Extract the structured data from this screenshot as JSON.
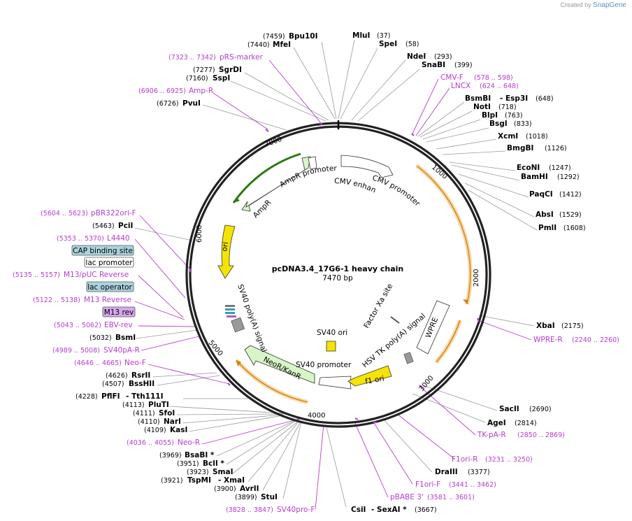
{
  "credit": {
    "prefix": "Created by",
    "brand": "SnapGene"
  },
  "plasmid": {
    "name": "pcDNA3.4_17G6-1 heavy chain",
    "length_label": "7470 bp",
    "length": 7470
  },
  "ticks": [
    "1000",
    "2000",
    "3000",
    "4000",
    "5000",
    "6000",
    "7000"
  ],
  "colors": {
    "backbone": "#222222",
    "primer": "#b63ccf",
    "cds_orange": "#e8952c",
    "cds_green": "#d8f5c8",
    "ori_yellow": "#f5e400",
    "box_blue": "#a9d3dd",
    "box_purple": "#d8a6ef"
  },
  "enzymes": [
    {
      "name": "Bpu10I",
      "pos": "(7459)"
    },
    {
      "name": "MluI",
      "pos": "(37)"
    },
    {
      "name": "MfeI",
      "pos": "(7440)"
    },
    {
      "name": "SpeI",
      "pos": "(58)"
    },
    {
      "name": "NdeI",
      "pos": "(293)"
    },
    {
      "name": "SnaBI",
      "pos": "(399)"
    },
    {
      "name": "SgrDI",
      "pos": "(7277)"
    },
    {
      "name": "SspI",
      "pos": "(7160)"
    },
    {
      "name": "BsmBI",
      "pos": "(648)",
      "extra": "- Esp3I"
    },
    {
      "name": "NotI",
      "pos": "(718)"
    },
    {
      "name": "PvuI",
      "pos": "(6726)"
    },
    {
      "name": "BlpI",
      "pos": "(763)"
    },
    {
      "name": "BsgI",
      "pos": "(833)"
    },
    {
      "name": "XcmI",
      "pos": "(1018)"
    },
    {
      "name": "BmgBI",
      "pos": "(1126)"
    },
    {
      "name": "EcoNI",
      "pos": "(1247)"
    },
    {
      "name": "BamHI",
      "pos": "(1292)"
    },
    {
      "name": "PaqCI",
      "pos": "(1412)"
    },
    {
      "name": "AbsI",
      "pos": "(1529)"
    },
    {
      "name": "PciI",
      "pos": "(5463)"
    },
    {
      "name": "PmlI",
      "pos": "(1608)"
    },
    {
      "name": "XbaI",
      "pos": "(2175)"
    },
    {
      "name": "BsmI",
      "pos": "(5032)"
    },
    {
      "name": "RsrII",
      "pos": "(4626)"
    },
    {
      "name": "BssHII",
      "pos": "(4507)"
    },
    {
      "name": "SacII",
      "pos": "(2690)"
    },
    {
      "name": "PflFI",
      "pos": "(4228)",
      "extra": "- Tth111I"
    },
    {
      "name": "PluTI",
      "pos": "(4113)"
    },
    {
      "name": "SfoI",
      "pos": "(4111)"
    },
    {
      "name": "AgeI",
      "pos": "(2814)"
    },
    {
      "name": "NarI",
      "pos": "(4110)"
    },
    {
      "name": "KasI",
      "pos": "(4109)"
    },
    {
      "name": "BsaBI *",
      "pos": "(3969)"
    },
    {
      "name": "BclI *",
      "pos": "(3951)"
    },
    {
      "name": "DraIII",
      "pos": "(3377)"
    },
    {
      "name": "SmaI",
      "pos": "(3923)"
    },
    {
      "name": "TspMI",
      "pos": "(3921)",
      "extra": "- XmaI"
    },
    {
      "name": "AvrII",
      "pos": "(3900)"
    },
    {
      "name": "StuI",
      "pos": "(3899)"
    },
    {
      "name": "CsiI",
      "pos": "(3667)",
      "extra": "- SexAI *"
    }
  ],
  "primers": [
    {
      "name": "pRS-marker",
      "range": "(7323 .. 7342)"
    },
    {
      "name": "CMV-F",
      "range": "(578 .. 598)"
    },
    {
      "name": "LNCX",
      "range": "(624 .. 648)"
    },
    {
      "name": "Amp-R",
      "range": "(6906 .. 6925)"
    },
    {
      "name": "pBR322ori-F",
      "range": "(5604 .. 5623)"
    },
    {
      "name": "L4440",
      "range": "(5353 .. 5370)"
    },
    {
      "name": "M13/pUC Reverse",
      "range": "(5135 .. 5157)"
    },
    {
      "name": "M13 Reverse",
      "range": "(5122 .. 5138)"
    },
    {
      "name": "EBV-rev",
      "range": "(5043 .. 5062)"
    },
    {
      "name": "SV40pA-R",
      "range": "(4989 .. 5008)"
    },
    {
      "name": "WPRE-R",
      "range": "(2240 .. 2260)"
    },
    {
      "name": "Neo-F",
      "range": "(4646 .. 4665)"
    },
    {
      "name": "TK-pA-R",
      "range": "(2850 .. 2869)"
    },
    {
      "name": "Neo-R",
      "range": "(4036 .. 4055)"
    },
    {
      "name": "F1ori-R",
      "range": "(3231 .. 3250)"
    },
    {
      "name": "F1ori-F",
      "range": "(3441 .. 3462)"
    },
    {
      "name": "pBABE 3'",
      "range": "(3581 .. 3601)"
    },
    {
      "name": "SV40pro-F",
      "range": "(3828 .. 3847)"
    }
  ],
  "boxes": [
    "CAP binding site",
    "lac promoter",
    "lac operator",
    "M13 rev"
  ],
  "features": [
    "AmpR promoter",
    "CMV enhancer",
    "CMV promoter",
    "AmpR",
    "ori",
    "SV40 poly(A) signal",
    "Factor Xa site",
    "SV40 ori",
    "HSV TK poly(A) signal",
    "WPRE",
    "NeoR/KanR",
    "SV40 promoter",
    "f1 ori"
  ]
}
